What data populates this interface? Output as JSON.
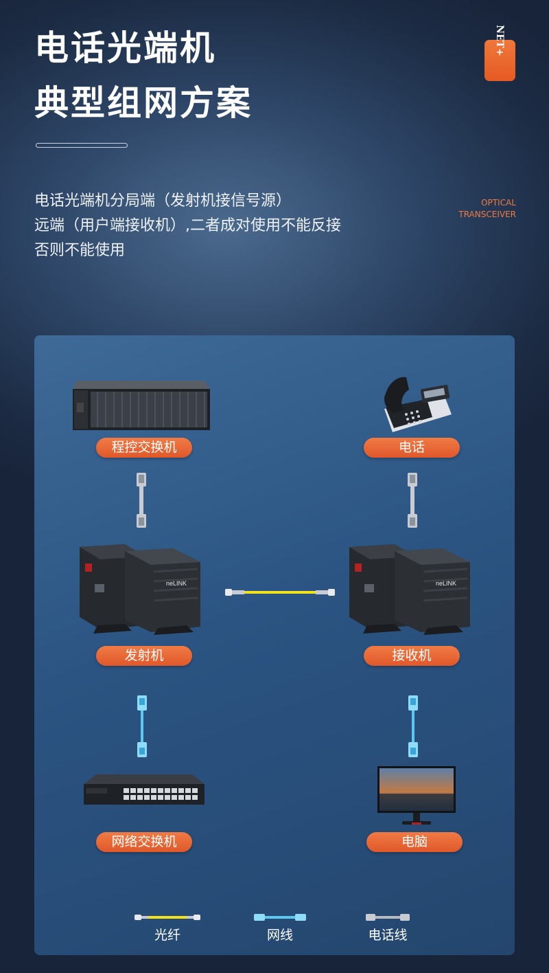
{
  "header": {
    "title_line1": "电话光端机",
    "title_line2": "典型组网方案",
    "badge": "NET+"
  },
  "description": [
    "电话光端机分局端（发射机接信号源）",
    "远端（用户端接收机）,二者成对使用不能反接",
    "否则不能使用"
  ],
  "side_text": [
    "OPTICAL",
    "TRANSCEIVER"
  ],
  "devices": {
    "pbx": "程控交换机",
    "phone": "电话",
    "transmitter": "发射机",
    "receiver": "接收机",
    "network_switch": "网络交换机",
    "computer": "电脑"
  },
  "legend": {
    "fiber": "光纤",
    "network_cable": "网线",
    "phone_cable": "电话线"
  },
  "colors": {
    "accent": "#e8622e",
    "fiber": "#f2e21e",
    "network_cable": "#5cc8f0",
    "phone_cable": "#c8ccd2"
  }
}
